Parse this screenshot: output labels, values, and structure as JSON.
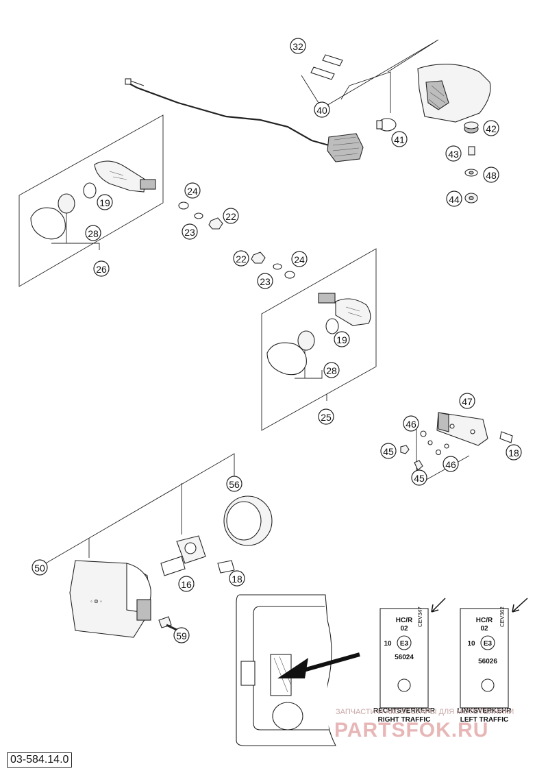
{
  "diagram_code": "03-584.14.0",
  "callouts": [
    "32",
    "40",
    "41",
    "42",
    "43",
    "48",
    "44",
    "24",
    "22",
    "23",
    "19",
    "28",
    "26",
    "22",
    "24",
    "23",
    "19",
    "28",
    "25",
    "47",
    "46",
    "45",
    "46",
    "45",
    "18",
    "56",
    "50",
    "16",
    "18",
    "59"
  ],
  "traffic_labels": {
    "right": {
      "line1": "RECHTSVERKEHR",
      "line2": "RIGHT TRAFFIC",
      "hcr": "HC/R",
      "num02": "02",
      "num10": "10",
      "e3": "E3",
      "approval": "56024",
      "side": "CEV347"
    },
    "left": {
      "line1": "LINKSVERKEHR",
      "line2": "LEFT TRAFFIC",
      "hcr": "HC/R",
      "num02": "02",
      "num10": "10",
      "e3": "E3",
      "approval": "56026",
      "side": "CEV362"
    }
  },
  "watermark": {
    "line1": "ЗАПЧАСТИ И АКСЕССУАРЫ ДЛЯ МОТОТЕХНИКИ",
    "line2": "PARTSFOK.RU"
  }
}
